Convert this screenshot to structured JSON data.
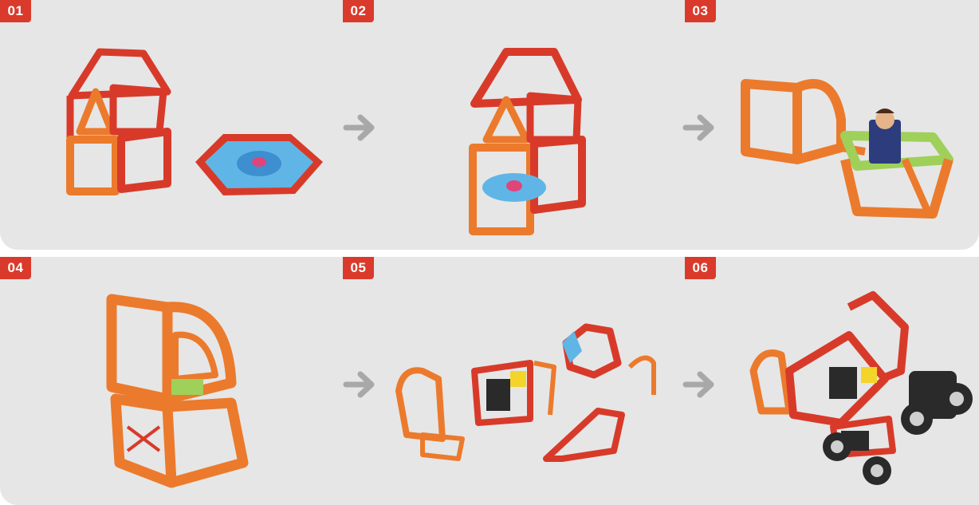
{
  "steps": [
    {
      "number": "01"
    },
    {
      "number": "02"
    },
    {
      "number": "03"
    },
    {
      "number": "04"
    },
    {
      "number": "05"
    },
    {
      "number": "06"
    }
  ],
  "icons": {
    "arrow": "arrow-right-icon"
  },
  "colors": {
    "badge": "#d93a2b",
    "panel": "#e6e6e6",
    "arrow": "#a8a8a8",
    "tile_orange": "#ec7a2c",
    "tile_red": "#d83a2a",
    "tile_blue": "#5fb6e6",
    "tile_green": "#9fd05a",
    "wheel_black": "#2a2a2a"
  }
}
